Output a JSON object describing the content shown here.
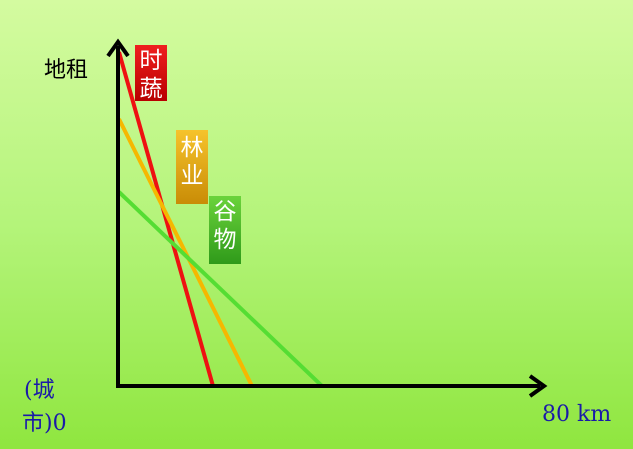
{
  "labels": {
    "y_axis": "地租",
    "origin_line1": "(城",
    "origin_line2": "市)0",
    "x_axis": "80 km"
  },
  "lines": [
    {
      "id": "vegetables",
      "label_line1": "时",
      "label_line2": "蔬",
      "color": "#ee1111"
    },
    {
      "id": "forestry",
      "label_line1": "林",
      "label_line2": "业",
      "color": "#f5b800"
    },
    {
      "id": "grain",
      "label_line1": "谷",
      "label_line2": "物",
      "color": "#55dd33"
    }
  ]
}
